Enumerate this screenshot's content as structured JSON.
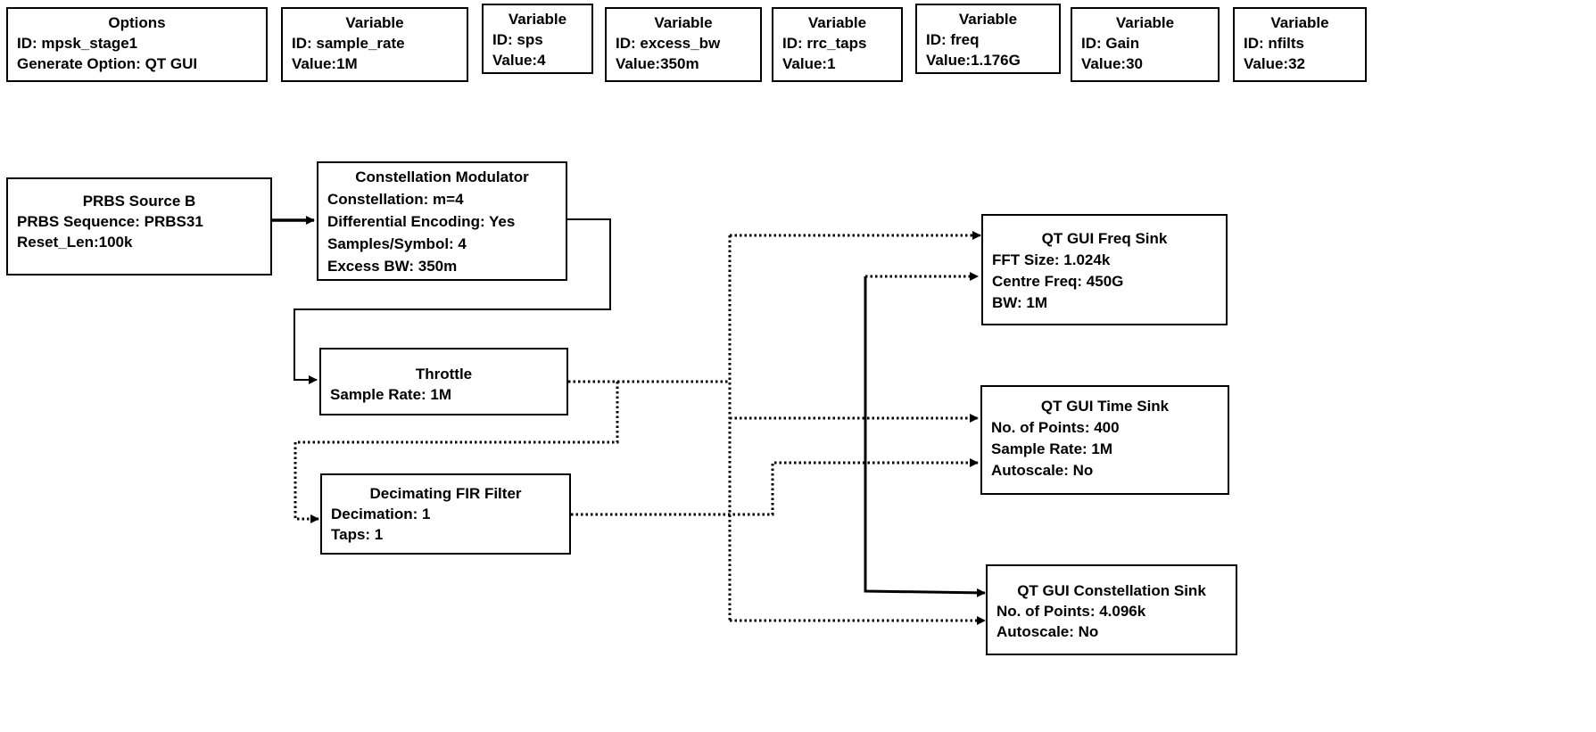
{
  "header_blocks": [
    {
      "title": "Options",
      "lines": [
        "ID: mpsk_stage1",
        "Generate Option: QT GUI"
      ]
    },
    {
      "title": "Variable",
      "lines": [
        "ID: sample_rate",
        "Value:1M"
      ]
    },
    {
      "title": "Variable",
      "lines": [
        "ID: sps",
        "Value:4"
      ]
    },
    {
      "title": "Variable",
      "lines": [
        "ID: excess_bw",
        "Value:350m"
      ]
    },
    {
      "title": "Variable",
      "lines": [
        "ID: rrc_taps",
        "Value:1"
      ]
    },
    {
      "title": "Variable",
      "lines": [
        "ID: freq",
        "Value:1.176G"
      ]
    },
    {
      "title": "Variable",
      "lines": [
        "ID: Gain",
        "Value:30"
      ]
    },
    {
      "title": "Variable",
      "lines": [
        "ID: nfilts",
        "Value:32"
      ]
    }
  ],
  "flow_blocks": {
    "prbs_source": {
      "title": "PRBS Source B",
      "lines": [
        "PRBS Sequence: PRBS31",
        "Reset_Len:100k"
      ]
    },
    "constellation_modulator": {
      "title": "Constellation Modulator",
      "lines": [
        "Constellation: m=4",
        "Differential Encoding: Yes",
        "Samples/Symbol: 4",
        "Excess BW: 350m"
      ]
    },
    "throttle": {
      "title": "Throttle",
      "lines": [
        "Sample Rate: 1M"
      ]
    },
    "fir_filter": {
      "title": "Decimating FIR Filter",
      "lines": [
        "Decimation: 1",
        "Taps: 1"
      ]
    },
    "freq_sink": {
      "title": "QT GUI Freq Sink",
      "lines": [
        "FFT Size: 1.024k",
        "Centre Freq: 450G",
        "BW: 1M"
      ]
    },
    "time_sink": {
      "title": "QT GUI Time Sink",
      "lines": [
        "No. of Points: 400",
        "Sample Rate: 1M",
        "Autoscale: No"
      ]
    },
    "constellation_sink": {
      "title": "QT GUI Constellation Sink",
      "lines": [
        "No. of Points: 4.096k",
        "Autoscale: No"
      ]
    }
  }
}
